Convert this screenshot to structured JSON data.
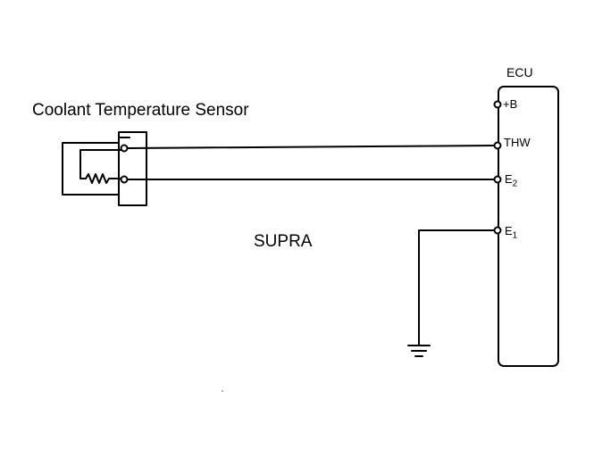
{
  "diagram": {
    "sensor_label": "Coolant Temperature Sensor",
    "ecu_label": "ECU",
    "model_label": "SUPRA",
    "terminals": {
      "b_plus": "+B",
      "thw": "THW",
      "e2": "E",
      "e2_sub": "2",
      "e1": "E",
      "e1_sub": "1"
    },
    "colors": {
      "line": "#000000",
      "background": "#ffffff"
    },
    "icons": [
      "resistor-icon",
      "ground-icon",
      "terminal-circle-icon"
    ]
  }
}
